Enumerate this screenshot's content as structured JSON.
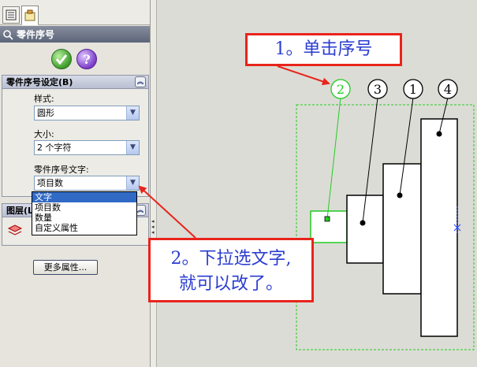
{
  "panel": {
    "title": "零件序号",
    "ok_label": "✔",
    "help_label": "?",
    "group": {
      "title": "零件序号设定(B)",
      "style_label": "样式:",
      "style_value": "圆形",
      "size_label": "大小:",
      "size_value": "2 个字符",
      "text_label": "零件序号文字:",
      "text_value": "项目数",
      "options": [
        "文字",
        "项目数",
        "数量",
        "自定义属性"
      ],
      "selected_option": "文字"
    },
    "layer": {
      "title": "图层(L)"
    },
    "more_button": "更多属性..."
  },
  "drawing": {
    "balloons": [
      "2",
      "3",
      "1",
      "4"
    ],
    "selected_balloon": "2",
    "balloon_color": "#22cc22",
    "normal_color": "#000000"
  },
  "callouts": {
    "step1": "1。单击序号",
    "step2_line1": "2。下拉选文字,",
    "step2_line2": "就可以改了。"
  },
  "colors": {
    "callout_border": "#e8241c",
    "callout_text": "#2a3cd0",
    "selection_box": "#22cc22",
    "dropdown_highlight": "#316ac5"
  }
}
